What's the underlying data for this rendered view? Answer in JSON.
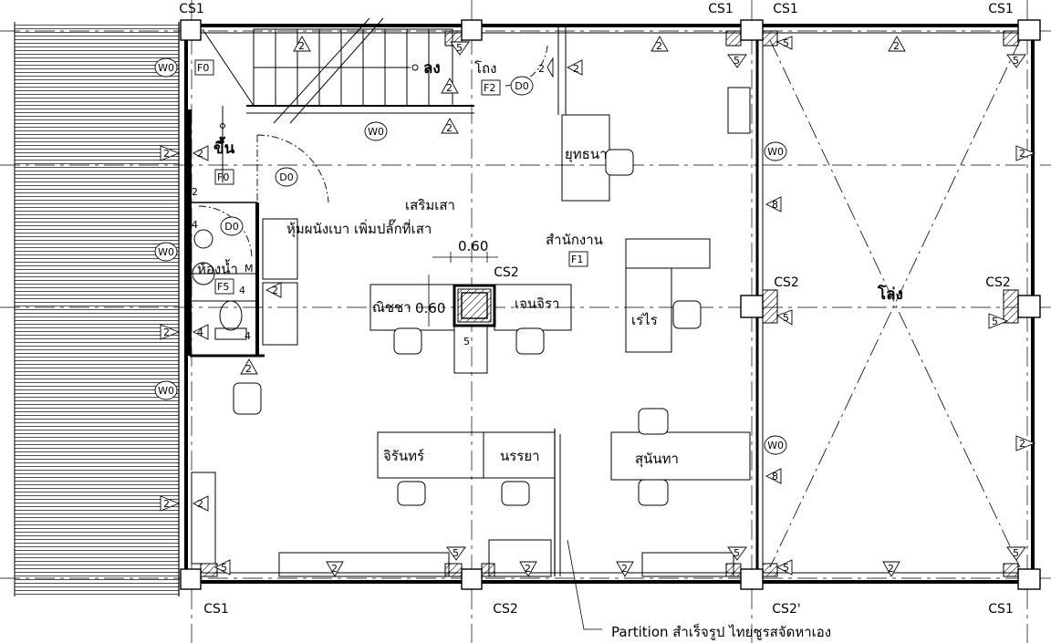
{
  "columns": {
    "top": [
      "CS1",
      "CS1",
      "CS1",
      "CS1"
    ],
    "bottom": [
      "CS1",
      "CS2",
      "CS2'",
      "CS1"
    ],
    "middle": [
      "CS2",
      "CS2",
      "CS2"
    ]
  },
  "rooms": {
    "stairs_down": "ลง",
    "stairs_up": "ขึ้น",
    "hall": "โถง",
    "office": "สำนักงาน",
    "open_space": "โล่ง",
    "bathroom": "ห้องน้ำ"
  },
  "notes": {
    "column_upgrade": "เสริมเสา",
    "column_cladding": "หุ้มผนังเบา เพิ่มปลั๊กที่เสา",
    "dim_h": "0.60",
    "dim_v": "0.60",
    "partition": "Partition สำเร็จรูป ไทยชูรสจัดหาเอง"
  },
  "desks": [
    "ยุทธนา",
    "ณิชชา",
    "เจนจิรา",
    "เร่ไร",
    "จิรันทร์",
    "นรรยา",
    "สุนันทา"
  ],
  "codes": {
    "F0": "F0",
    "F1": "F1",
    "F2": "F2",
    "F5": "F5",
    "D0": "D0",
    "W0": "W0",
    "M": "M",
    "t2": "2",
    "t4": "4",
    "t5": "5",
    "t8": "8"
  }
}
